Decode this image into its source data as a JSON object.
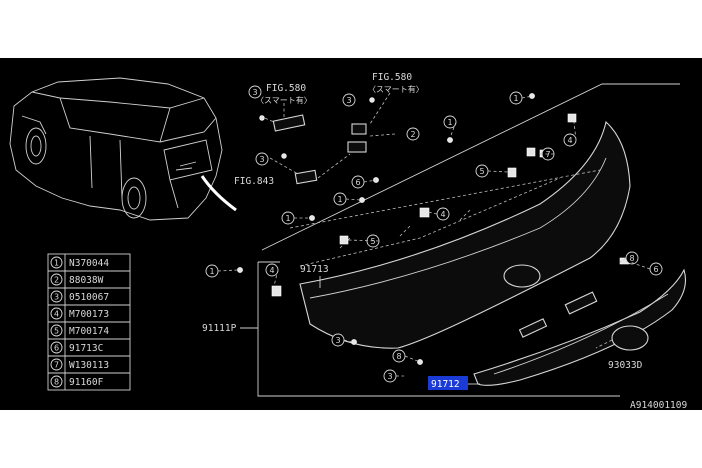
{
  "diagram": {
    "fig_refs": {
      "fig580_left": "FIG.580",
      "fig580_left_note": "〈スマート有〉",
      "fig580_right": "FIG.580",
      "fig580_right_note": "〈スマート有〉",
      "fig843": "FIG.843"
    },
    "part_labels": {
      "p91713": "91713",
      "p91111p": "91111P",
      "p93033d": "93033D",
      "p91712": "91712"
    },
    "callouts": {
      "c1": "1",
      "c2": "2",
      "c3": "3",
      "c4": "4",
      "c5": "5",
      "c6": "6",
      "c7": "7",
      "c8": "8"
    },
    "legend": [
      {
        "num": "1",
        "code": "N370044"
      },
      {
        "num": "2",
        "code": "88038W"
      },
      {
        "num": "3",
        "code": "0510067"
      },
      {
        "num": "4",
        "code": "M700173"
      },
      {
        "num": "5",
        "code": "M700174"
      },
      {
        "num": "6",
        "code": "91713C"
      },
      {
        "num": "7",
        "code": "W130113"
      },
      {
        "num": "8",
        "code": "91160F"
      }
    ],
    "diagram_id": "A914001109",
    "colors": {
      "background": "#000000",
      "line": "#d8d8d8",
      "highlight": "#1a3bd6"
    }
  }
}
